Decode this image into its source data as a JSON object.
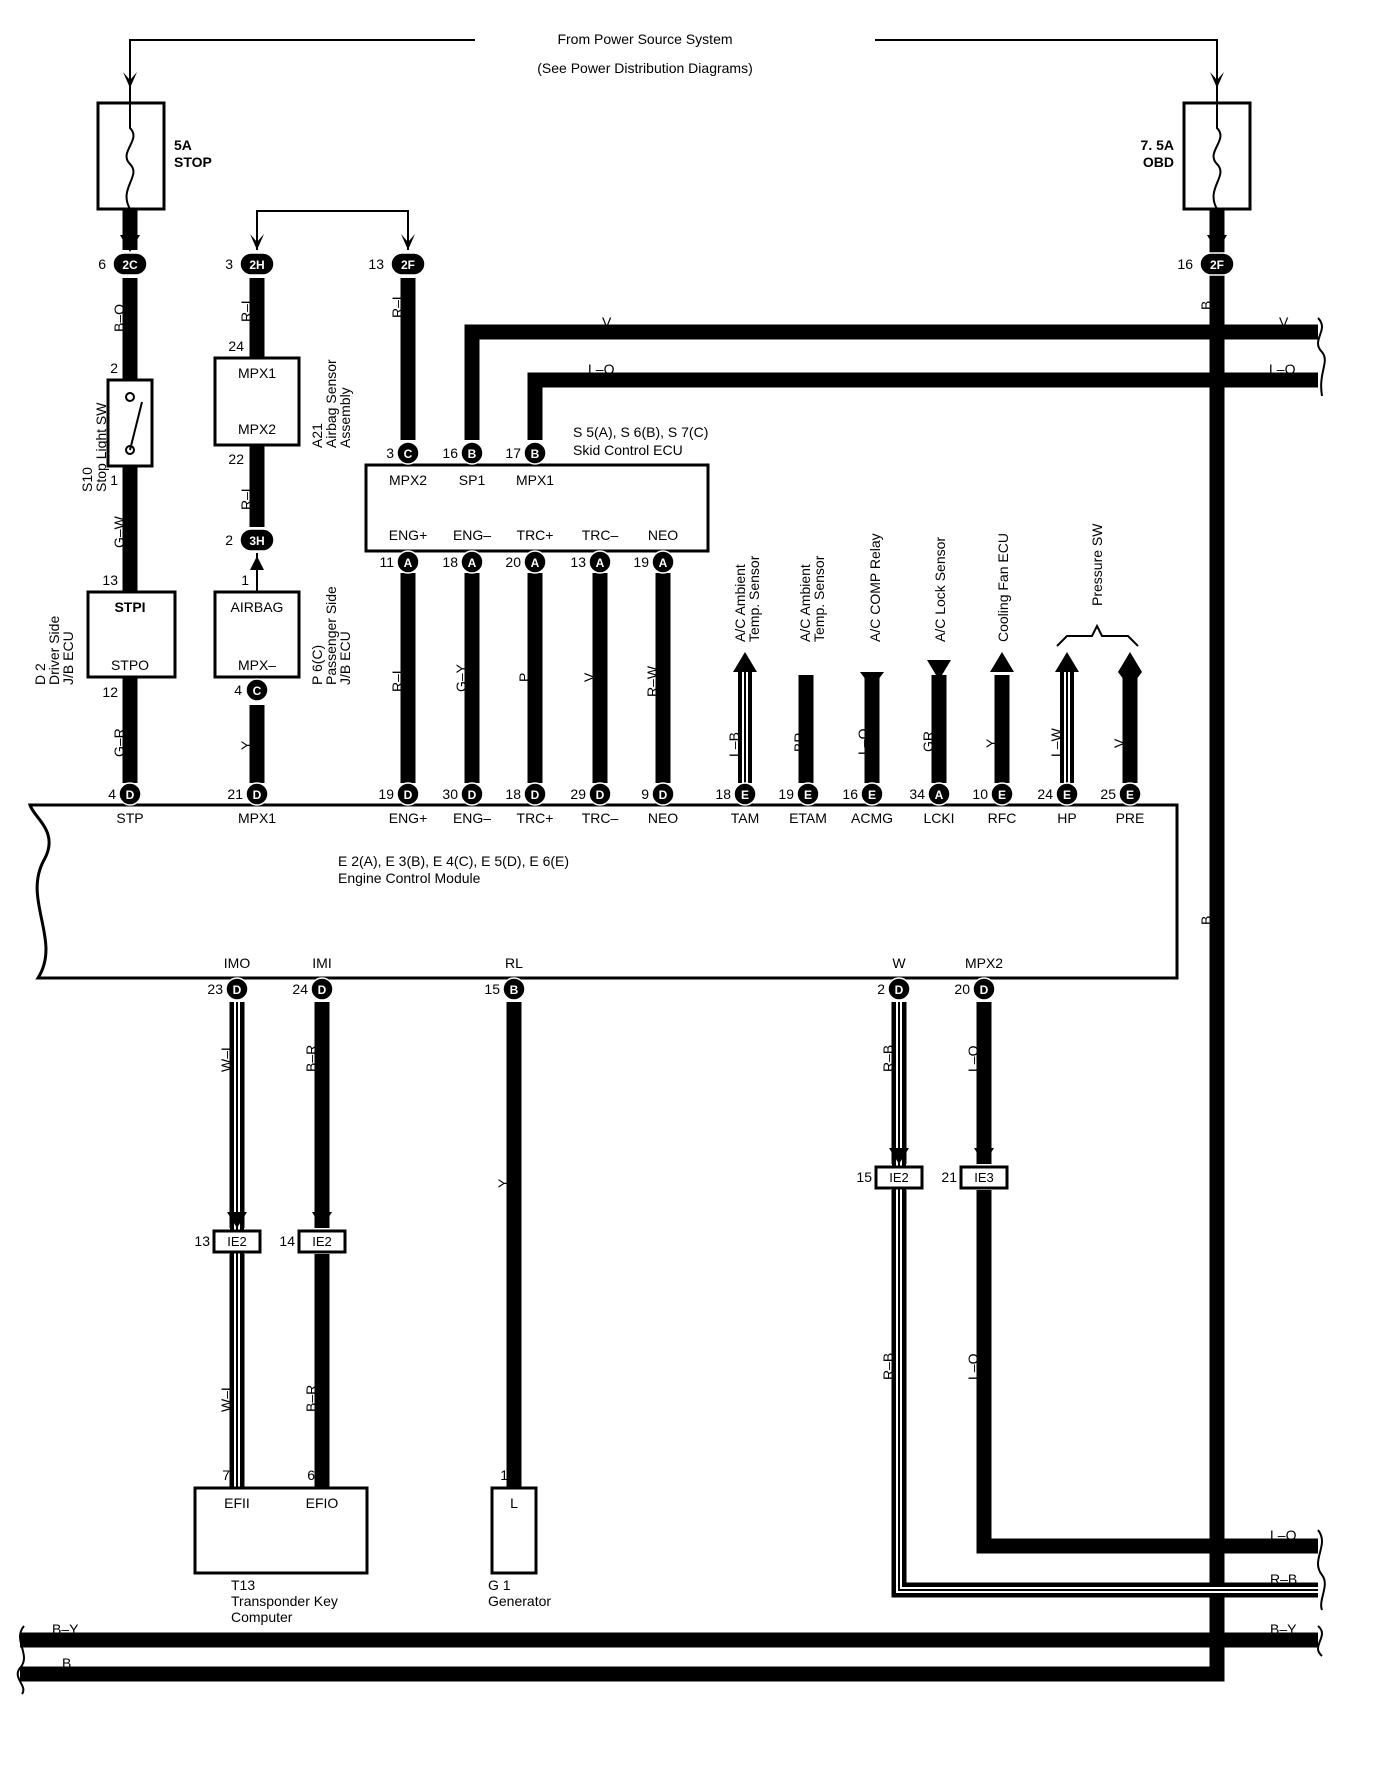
{
  "header": {
    "line1": "From Power Source System",
    "line2": "(See  Power Distribution Diagrams)"
  },
  "fuses": {
    "stop": {
      "amp": "5A",
      "name": "STOP"
    },
    "obd": {
      "amp": "7. 5A",
      "name": "OBD"
    }
  },
  "connectors": {
    "c2C": {
      "pin": "6",
      "id": "2C"
    },
    "c2H": {
      "pin": "3",
      "id": "2H"
    },
    "c2F_left": {
      "pin": "13",
      "id": "2F"
    },
    "c2F_right": {
      "pin": "16",
      "id": "2F"
    },
    "c3H": {
      "pin": "2",
      "id": "3H"
    },
    "skid_mpx2": {
      "pin": "3",
      "id": "C"
    },
    "skid_sp1": {
      "pin": "16",
      "id": "B"
    },
    "skid_mpx1": {
      "pin": "17",
      "id": "B"
    },
    "jb_p6": {
      "pin": "4",
      "id": "C"
    },
    "skid_engp": {
      "pin": "11",
      "id": "A"
    },
    "skid_engm": {
      "pin": "18",
      "id": "A"
    },
    "skid_trcp": {
      "pin": "20",
      "id": "A"
    },
    "skid_trcm": {
      "pin": "13",
      "id": "A"
    },
    "skid_neo": {
      "pin": "19",
      "id": "A"
    }
  },
  "components": {
    "stop_sw": {
      "ref": "S10",
      "name": "Stop Light SW",
      "pin_top": "2",
      "pin_bottom": "1"
    },
    "airbag_sensor": {
      "ref": "A21",
      "line1": "Airbag Sensor",
      "line2": "Assembly",
      "label_top": "MPX1",
      "label_bottom": "MPX2",
      "pin_top": "24",
      "pin_bottom": "22"
    },
    "skid_ecu": {
      "refs": "S 5(A), S 6(B), S 7(C)",
      "name": "Skid Control ECU",
      "top_labels": [
        "MPX2",
        "SP1",
        "MPX1"
      ],
      "bottom_labels": [
        "ENG+",
        "ENG–",
        "TRC+",
        "TRC–",
        "NEO"
      ]
    },
    "driver_jb": {
      "ref": "D 2",
      "line1": "Driver Side",
      "line2": "J/B ECU",
      "label_top": "STPI",
      "label_bottom": "STPO",
      "pin_top": "13",
      "pin_bottom": "12"
    },
    "passenger_jb": {
      "ref": "P 6(C)",
      "line1": "Passenger Side",
      "line2": "J/B ECU",
      "label_top": "AIRBAG",
      "label_bottom": "MPX–",
      "pin_top": "1"
    },
    "ecm": {
      "refs": "E 2(A), E 3(B), E 4(C), E 5(D), E 6(E)",
      "name": "Engine Control Module"
    },
    "transponder": {
      "ref": "T13",
      "line1": "Transponder Key",
      "line2": "Computer",
      "label_left": "EFII",
      "label_right": "EFIO",
      "pin_left": "7",
      "pin_right": "6"
    },
    "generator": {
      "ref": "G 1",
      "name": "Generator",
      "label": "L",
      "pin": "1"
    }
  },
  "wire_colors": {
    "bo": "B–O",
    "rl_a": "R–L",
    "rl_b": "R–L",
    "rl_c": "R–L",
    "b_right": "B",
    "b_right2": "B",
    "v_bus": "V",
    "v_bus_r": "V",
    "lo_bus": "L–O",
    "lo_bus_r": "L–O",
    "gw": "G–W",
    "gr": "G–R",
    "y_mpx": "Y",
    "rl_engp": "R–L",
    "gy": "G–Y",
    "p": "P",
    "v_trc": "V",
    "rw": "R–W",
    "lb": "L–B",
    "br": "BR",
    "lo_acmg": "L–O",
    "gr2": "GR",
    "y_rfc": "Y",
    "lw": "L–W",
    "v_pre": "V",
    "wl_1": "W–L",
    "br_1": "B–R",
    "y_gen": "Y",
    "rb_1": "R–B",
    "lo_1": "L–O",
    "wl_2": "W–L",
    "br_2": "B–R",
    "rb_2": "R–B",
    "lo_2": "L–O",
    "bus_lo": "L–O",
    "bus_rb": "R–B",
    "bus_by": "B–Y",
    "bus_by_l": "B–Y",
    "bus_b_l": "B"
  },
  "outputs": [
    {
      "name": "A/C Ambient",
      "name2": "Temp. Sensor"
    },
    {
      "name": "A/C Ambient",
      "name2": "Temp. Sensor"
    },
    {
      "name": "A/C COMP Relay",
      "name2": ""
    },
    {
      "name": "A/C Lock Sensor",
      "name2": ""
    },
    {
      "name": "Cooling Fan ECU",
      "name2": ""
    },
    {
      "name": "Pressure SW",
      "name2": ""
    }
  ],
  "ecm_top_pins": [
    {
      "pin": "4",
      "id": "D",
      "label": "STP"
    },
    {
      "pin": "21",
      "id": "D",
      "label": "MPX1"
    },
    {
      "pin": "19",
      "id": "D",
      "label": "ENG+"
    },
    {
      "pin": "30",
      "id": "D",
      "label": "ENG–"
    },
    {
      "pin": "18",
      "id": "D",
      "label": "TRC+"
    },
    {
      "pin": "29",
      "id": "D",
      "label": "TRC–"
    },
    {
      "pin": "9",
      "id": "D",
      "label": "NEO"
    },
    {
      "pin": "18",
      "id": "E",
      "label": "TAM"
    },
    {
      "pin": "19",
      "id": "E",
      "label": "ETAM"
    },
    {
      "pin": "16",
      "id": "E",
      "label": "ACMG"
    },
    {
      "pin": "34",
      "id": "A",
      "label": "LCKI"
    },
    {
      "pin": "10",
      "id": "E",
      "label": "RFC"
    },
    {
      "pin": "24",
      "id": "E",
      "label": "HP"
    },
    {
      "pin": "25",
      "id": "E",
      "label": "PRE"
    }
  ],
  "ecm_bottom_pins": [
    {
      "pin": "23",
      "id": "D",
      "label": "IMO"
    },
    {
      "pin": "24",
      "id": "D",
      "label": "IMI"
    },
    {
      "pin": "15",
      "id": "B",
      "label": "RL"
    },
    {
      "pin": "2",
      "id": "D",
      "label": "W"
    },
    {
      "pin": "20",
      "id": "D",
      "label": "MPX2"
    }
  ],
  "junctions": [
    {
      "pin": "13",
      "id": "IE2"
    },
    {
      "pin": "14",
      "id": "IE2"
    },
    {
      "pin": "15",
      "id": "IE2"
    },
    {
      "pin": "21",
      "id": "IE3"
    }
  ]
}
